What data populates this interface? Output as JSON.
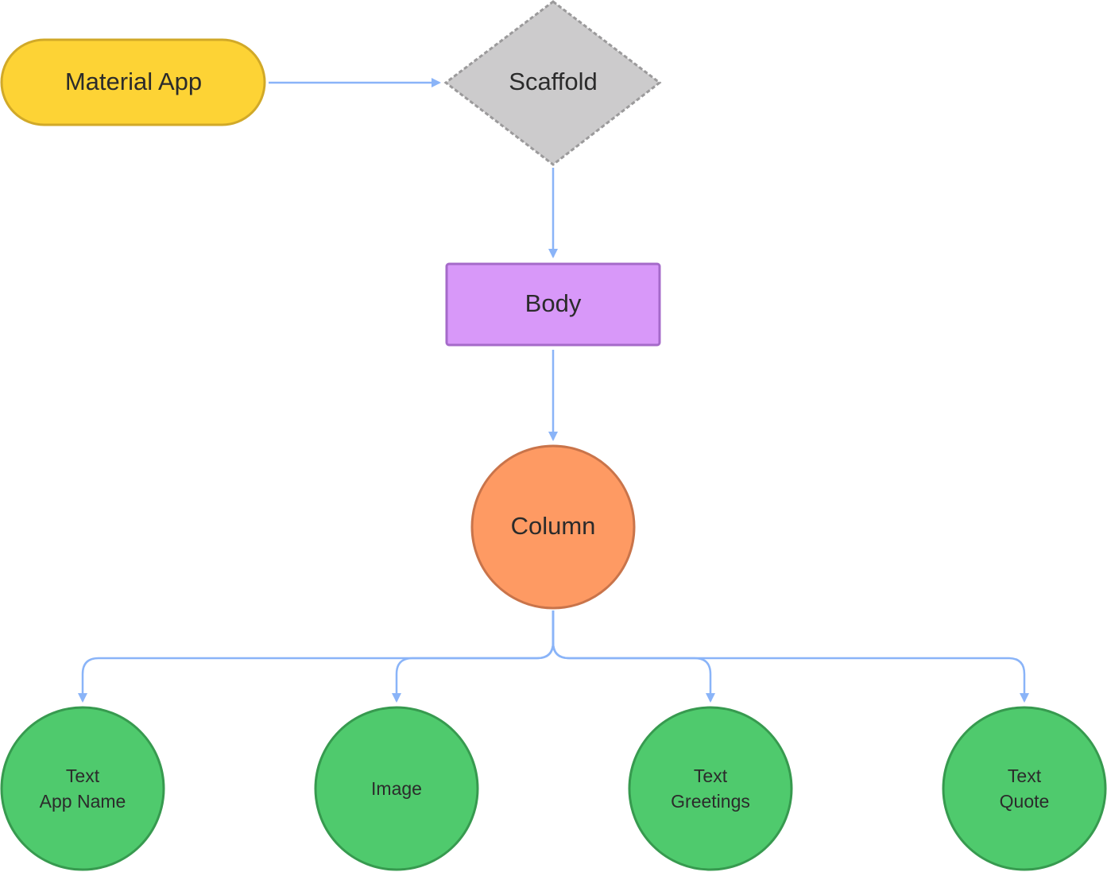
{
  "colors": {
    "edge": "#8ab4f8",
    "material_app_fill": "#fdd335",
    "material_app_stroke": "#d1a928",
    "scaffold_fill": "#cccbcc",
    "scaffold_stroke": "#9b9a9b",
    "body_fill": "#d898f9",
    "body_stroke": "#a56ac9",
    "column_fill": "#fe9a63",
    "column_stroke": "#c9744a",
    "leaf_fill": "#4fca6d",
    "leaf_stroke": "#379a4f",
    "text": "#2b2b2b"
  },
  "nodes": {
    "material_app": {
      "label": "Material App",
      "shape": "pill"
    },
    "scaffold": {
      "label": "Scaffold",
      "shape": "diamond",
      "border": "dashed"
    },
    "body": {
      "label": "Body",
      "shape": "rectangle"
    },
    "column": {
      "label": "Column",
      "shape": "circle"
    },
    "text_app_name": {
      "line1": "Text",
      "line2": "App Name",
      "shape": "circle"
    },
    "image": {
      "label": "Image",
      "shape": "circle"
    },
    "text_greetings": {
      "line1": "Text",
      "line2": "Greetings",
      "shape": "circle"
    },
    "text_quote": {
      "line1": "Text",
      "line2": "Quote",
      "shape": "circle"
    }
  },
  "edges": [
    {
      "from": "Material App",
      "to": "Scaffold"
    },
    {
      "from": "Scaffold",
      "to": "Body"
    },
    {
      "from": "Body",
      "to": "Column"
    },
    {
      "from": "Column",
      "to": "Text App Name"
    },
    {
      "from": "Column",
      "to": "Image"
    },
    {
      "from": "Column",
      "to": "Text Greetings"
    },
    {
      "from": "Column",
      "to": "Text Quote"
    }
  ]
}
